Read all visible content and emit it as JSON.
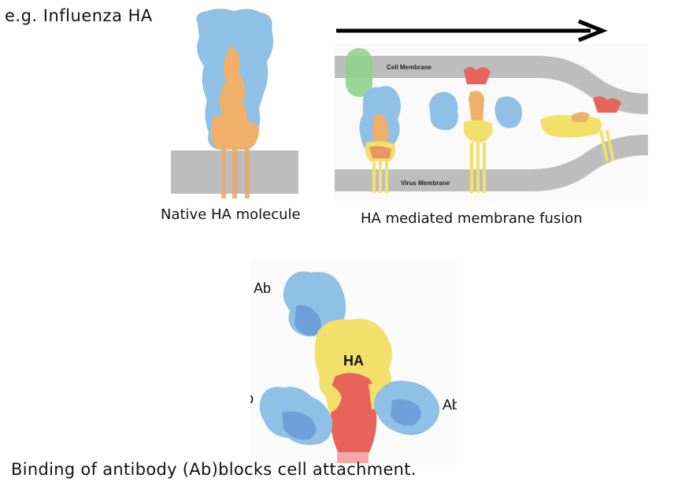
{
  "title": "e.g. Influenza HA",
  "captions": {
    "native": "Native HA molecule",
    "fusion": "HA mediated membrane fusion",
    "binding": "Binding of antibody (Ab)blocks cell attachment."
  },
  "fusion_labels": {
    "cell_membrane": "Cell Membrane",
    "virus_membrane": "Virus Membrane"
  },
  "antibody_labels": {
    "ab_top": "Ab",
    "ab_left": "Ab",
    "ab_right": "Ab",
    "ha": "HA"
  },
  "colors": {
    "membrane": "#bdbdbd",
    "protein_blue": "#8fc0e6",
    "protein_orange": "#f0b06a",
    "protein_yellow": "#f2e06a",
    "protein_red": "#e8635a",
    "ab_blue": "#6f9fd8",
    "green_cell": "#8fd18a"
  }
}
